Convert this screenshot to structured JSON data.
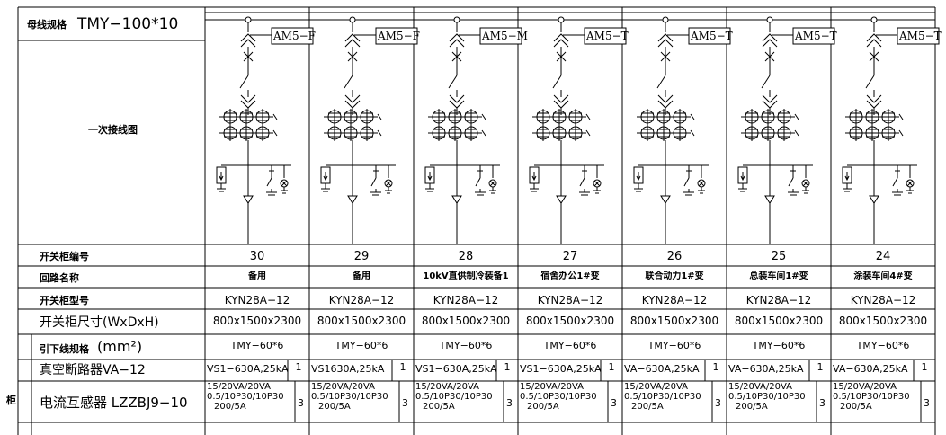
{
  "busbar": {
    "label": "母线规格",
    "value": "TMY−100*10"
  },
  "row_labels": {
    "diagram": "一次接线图",
    "cabinet_no": "开关柜编号",
    "circuit_name": "回路名称",
    "cabinet_model": "开关柜型号",
    "cabinet_size": "开关柜尺寸(WxDxH)",
    "lead_spec": "引下线规格",
    "lead_unit": "(mm²)",
    "breaker": "真空断路器VA−12",
    "ct": "电流互感器 LZZBJ9−10",
    "side_char": "柜"
  },
  "panels": [
    {
      "tag": "AM5−F",
      "no": "30",
      "name": "备用",
      "model": "KYN28A−12",
      "size": "800x1500x2300",
      "lead": "TMY−60*6",
      "breaker": "VS1−630A,25kA",
      "breaker_qty": "1",
      "ct_lines": [
        "15/20VA/20VA",
        "0.5/10P30/10P30",
        "200/5A"
      ],
      "ct_qty": "3"
    },
    {
      "tag": "AM5−F",
      "no": "29",
      "name": "备用",
      "model": "KYN28A−12",
      "size": "800x1500x2300",
      "lead": "TMY−60*6",
      "breaker": "VS1630A,25kA",
      "breaker_qty": "1",
      "ct_lines": [
        "15/20VA/20VA",
        "0.5/10P30/10P30",
        "200/5A"
      ],
      "ct_qty": "3"
    },
    {
      "tag": "AM5−M",
      "no": "28",
      "name": "10kV直供制冷装备1",
      "model": "KYN28A−12",
      "size": "800x1500x2300",
      "lead": "TMY−60*6",
      "breaker": "VS1−630A,25kA",
      "breaker_qty": "1",
      "ct_lines": [
        "15/20VA/20VA",
        "0.5/10P30/10P30",
        "200/5A"
      ],
      "ct_qty": "3"
    },
    {
      "tag": "AM5−T",
      "no": "27",
      "name": "宿舍办公1#变",
      "model": "KYN28A−12",
      "size": "800x1500x2300",
      "lead": "TMY−60*6",
      "breaker": "VS1−630A,25kA",
      "breaker_qty": "1",
      "ct_lines": [
        "15/20VA/20VA",
        "0.5/10P30/10P30",
        "200/5A"
      ],
      "ct_qty": "3"
    },
    {
      "tag": "AM5−T",
      "no": "26",
      "name": "联合动力1#变",
      "model": "KYN28A−12",
      "size": "800x1500x2300",
      "lead": "TMY−60*6",
      "breaker": "VA−630A,25kA",
      "breaker_qty": "1",
      "ct_lines": [
        "15/20VA/20VA",
        "0.5/10P30/10P30",
        "200/5A"
      ],
      "ct_qty": "3"
    },
    {
      "tag": "AM5−T",
      "no": "25",
      "name": "总装车间1#变",
      "model": "KYN28A−12",
      "size": "800x1500x2300",
      "lead": "TMY−60*6",
      "breaker": "VA−630A,25kA",
      "breaker_qty": "1",
      "ct_lines": [
        "15/20VA/20VA",
        "0.5/10P30/10P30",
        "200/5A"
      ],
      "ct_qty": "3"
    },
    {
      "tag": "AM5−T",
      "no": "24",
      "name": "涂装车间4#变",
      "model": "KYN28A−12",
      "size": "800x1500x2300",
      "lead": "TMY−60*6",
      "breaker": "VA−630A,25kA",
      "breaker_qty": "1",
      "ct_lines": [
        "15/20VA/20VA",
        "0.5/10P30/10P30",
        "200/5A"
      ],
      "ct_qty": "3"
    }
  ]
}
